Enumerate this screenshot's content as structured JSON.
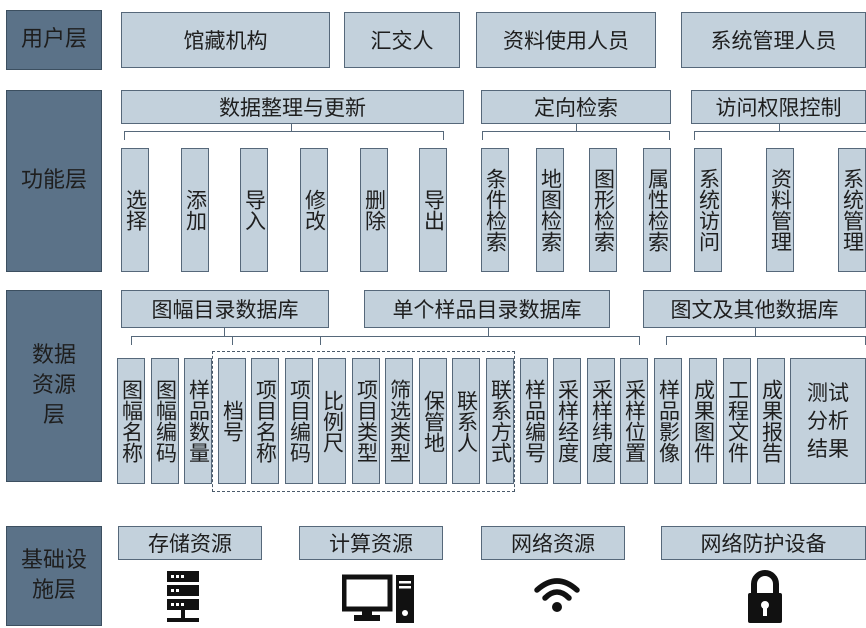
{
  "layers": {
    "user": "用户层",
    "function": "功能层",
    "data": "数据资源层",
    "infra": "基础设施层"
  },
  "user_layer": {
    "items": [
      "馆藏机构",
      "汇交人",
      "资料使用人员",
      "系统管理人员"
    ]
  },
  "function_layer": {
    "groups": [
      {
        "title": "数据整理与更新",
        "items": [
          "选择",
          "添加",
          "导入",
          "修改",
          "删除",
          "导出"
        ]
      },
      {
        "title": "定向检索",
        "items": [
          "条件检索",
          "地图检索",
          "图形检索",
          "属性检索"
        ]
      },
      {
        "title": "访问权限控制",
        "items": [
          "系统访问",
          "资料管理",
          "系统管理"
        ]
      }
    ]
  },
  "data_layer": {
    "groups": [
      "图幅目录数据库",
      "单个样品目录数据库",
      "图文及其他数据库"
    ],
    "items": [
      "图幅名称",
      "图幅编码",
      "样品数量",
      "档号",
      "项目名称",
      "项目编码",
      "比例尺",
      "项目类型",
      "筛选类型",
      "保管地",
      "联系人",
      "联系方式",
      "样品编号",
      "采样经度",
      "采样纬度",
      "采样位置",
      "样品影像",
      "成果图件",
      "工程文件",
      "成果报告",
      "测试分析结果"
    ]
  },
  "infra_layer": {
    "items": [
      "存储资源",
      "计算资源",
      "网络资源",
      "网络防护设备"
    ],
    "icons": [
      "server-icon",
      "computer-icon",
      "wifi-icon",
      "lock-icon"
    ]
  },
  "colors": {
    "layer_fill": "#5b7288",
    "box_fill": "#c3d1dc",
    "border": "#56687a"
  }
}
